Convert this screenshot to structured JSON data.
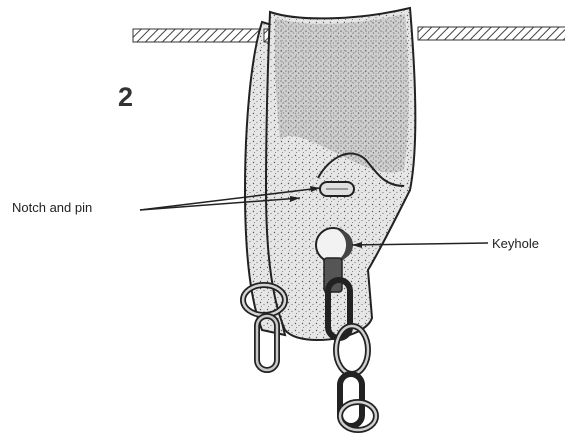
{
  "figure": {
    "step_number": "2",
    "labels": {
      "notch_and_pin": "Notch and pin",
      "keyhole": "Keyhole"
    }
  }
}
